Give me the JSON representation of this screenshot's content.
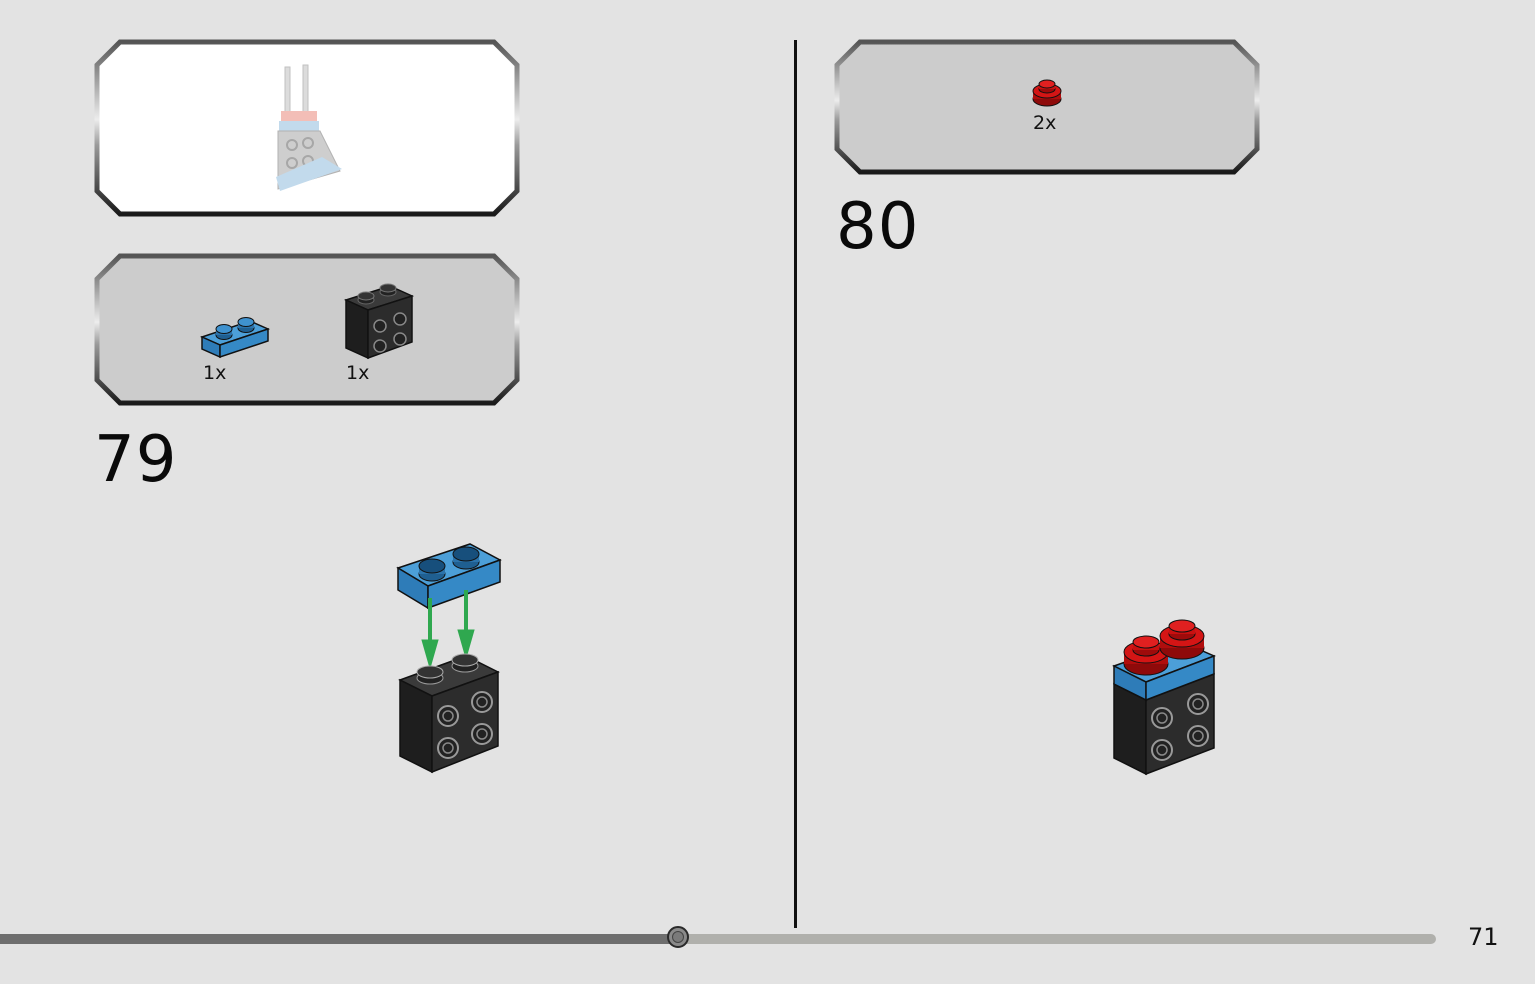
{
  "page_number": "71",
  "progress": {
    "fraction": 0.443
  },
  "steps": [
    {
      "number": "79",
      "parts": [
        {
          "name": "blue-plate-1x2",
          "qty": "1x"
        },
        {
          "name": "black-brick-1x2-studs-on-side",
          "qty": "1x"
        }
      ]
    },
    {
      "number": "80",
      "parts": [
        {
          "name": "red-round-plate-1x1",
          "qty": "2x"
        }
      ]
    }
  ],
  "colors": {
    "background": "#e3e3e3",
    "parts_panel": "#cccccc",
    "preview_panel": "#ffffff",
    "brick_blue": "#3d8ecb",
    "brick_black": "#2a2a2a",
    "brick_red": "#c81010",
    "arrow_green": "#2fa84f"
  }
}
